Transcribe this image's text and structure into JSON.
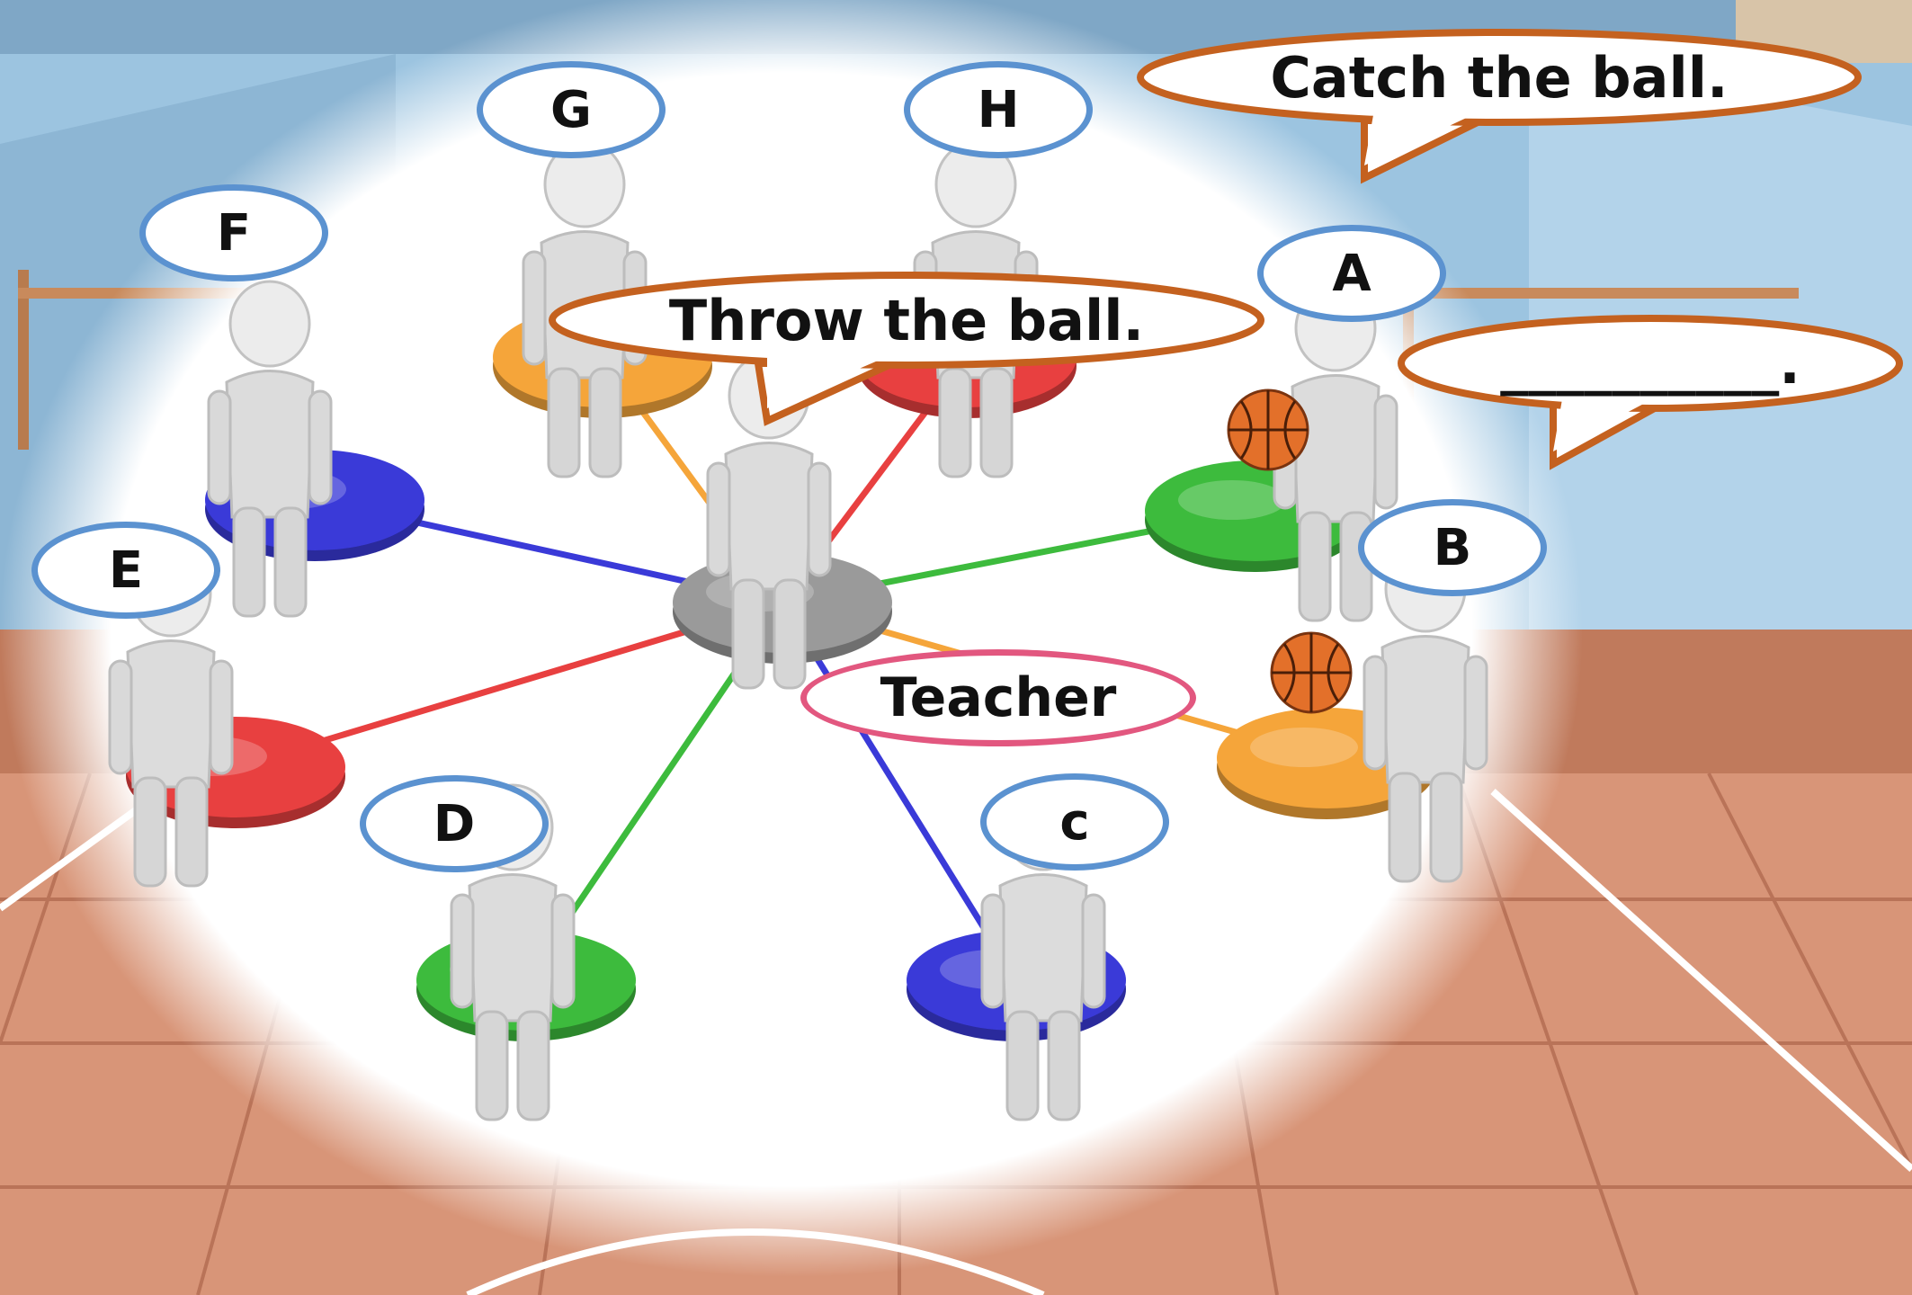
{
  "colors": {
    "label_border": "#5b92d0",
    "teacher_border": "#e2577f",
    "bubble_border": "#c4611f",
    "floor": "#d89578",
    "wall": "#9cc4e0"
  },
  "students": [
    {
      "id": "a",
      "label": "A",
      "pad_color": "#3dbb3d",
      "has_ball": true
    },
    {
      "id": "b",
      "label": "B",
      "pad_color": "#f5a53a",
      "has_ball": true
    },
    {
      "id": "c",
      "label": "c",
      "pad_color": "#3a3ad8",
      "has_ball": false
    },
    {
      "id": "d",
      "label": "D",
      "pad_color": "#3dbb3d",
      "has_ball": false
    },
    {
      "id": "e",
      "label": "E",
      "pad_color": "#e84040",
      "has_ball": false
    },
    {
      "id": "f",
      "label": "F",
      "pad_color": "#3a3ad8",
      "has_ball": false
    },
    {
      "id": "g",
      "label": "G",
      "pad_color": "#f5a53a",
      "has_ball": false
    },
    {
      "id": "h",
      "label": "H",
      "pad_color": "#e84040",
      "has_ball": false
    }
  ],
  "teacher": {
    "label": "Teacher",
    "pad_color": "#9a9a9a"
  },
  "speech_bubbles": {
    "teacher": "Throw the ball.",
    "catch": "Catch the ball.",
    "blank": "__________."
  }
}
